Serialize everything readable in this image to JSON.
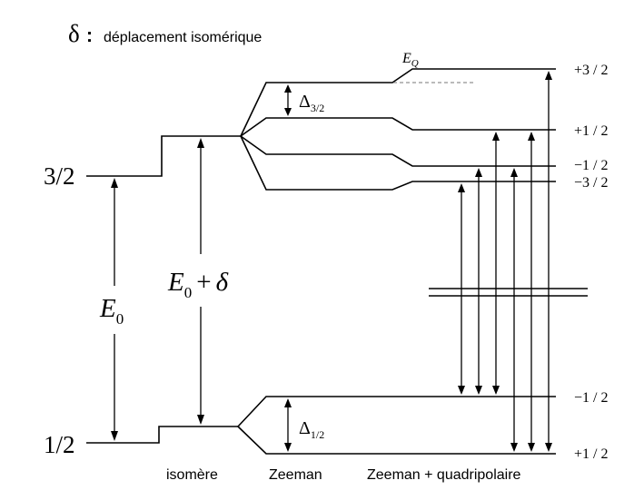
{
  "header": {
    "delta_symbol": "δ",
    "colon": ":",
    "description": "déplacement isomérique"
  },
  "left_levels": {
    "upper_spin": "3/2",
    "lower_spin": "1/2",
    "energy_symbol": "E",
    "energy_subscript": "0"
  },
  "isomer_transition": {
    "energy_symbol": "E",
    "energy_subscript": "0",
    "plus": "+",
    "delta": "δ"
  },
  "splittings": {
    "upper_symbol": "Δ",
    "upper_subscript": "3/2",
    "lower_symbol": "Δ",
    "lower_subscript": "1/2",
    "quadrupole_symbol": "E",
    "quadrupole_subscript": "Q"
  },
  "sublevel_labels": {
    "upper": [
      "+3 / 2",
      "+1 / 2",
      "−1 / 2",
      "−3 / 2"
    ],
    "lower": [
      "−1 / 2",
      "+1 / 2"
    ]
  },
  "column_labels": {
    "isomer": "isomère",
    "zeeman": "Zeeman",
    "zeeman_quadrupole": "Zeeman + quadripolaire"
  },
  "colors": {
    "line": "#000000",
    "quadrupole_reference": "#777777",
    "background": "#ffffff"
  }
}
